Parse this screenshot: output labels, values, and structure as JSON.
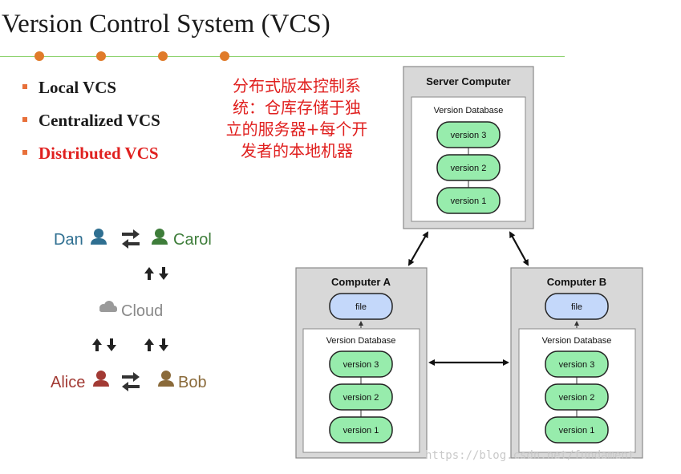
{
  "title": "Version Control System (VCS)",
  "colors": {
    "accent_orange": "#e07b2a",
    "rule_green": "#8ed36f",
    "highlight_red": "#e0201f",
    "version_green": "#97ecac",
    "file_blue": "#c4d8fa"
  },
  "bullets": [
    {
      "label": "Local VCS",
      "highlighted": false
    },
    {
      "label": "Centralized VCS",
      "highlighted": false
    },
    {
      "label": "Distributed VCS",
      "highlighted": true
    }
  ],
  "note_lines": [
    "分布式版本控制系",
    "统：仓库存储于独",
    "立的服务器+每个开",
    "发者的本地机器"
  ],
  "people_diagram": {
    "dan": {
      "label": "Dan",
      "color": "#2f6f91",
      "icon": "user-icon"
    },
    "carol": {
      "label": "Carol",
      "color": "#3e7d3a",
      "icon": "user-icon"
    },
    "cloud": {
      "label": "Cloud",
      "color": "#8a8a8a",
      "icon": "cloud-icon"
    },
    "alice": {
      "label": "Alice",
      "color": "#a23a34",
      "icon": "user-icon"
    },
    "bob": {
      "label": "Bob",
      "color": "#8a6a3a",
      "icon": "user-icon"
    }
  },
  "vcs_diagram": {
    "server": {
      "title": "Server Computer",
      "db_label": "Version Database",
      "versions": [
        "version 3",
        "version 2",
        "version 1"
      ]
    },
    "computer_a": {
      "title": "Computer A",
      "file_label": "file",
      "db_label": "Version Database",
      "versions": [
        "version 3",
        "version 2",
        "version 1"
      ]
    },
    "computer_b": {
      "title": "Computer B",
      "file_label": "file",
      "db_label": "Version Database",
      "versions": [
        "version 3",
        "version 2",
        "version 1"
      ]
    }
  },
  "watermark": "https://blog.csdn.net/fundament"
}
